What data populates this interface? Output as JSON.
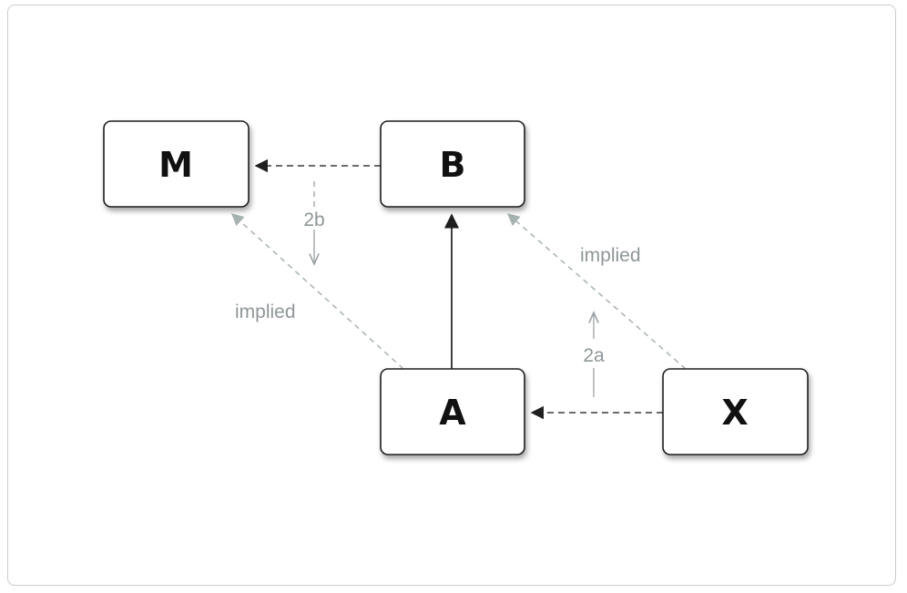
{
  "nodes": {
    "m": "M",
    "b": "B",
    "a": "A",
    "x": "X"
  },
  "labels": {
    "implied_left": "implied",
    "implied_right": "implied",
    "step_2b": "2b",
    "step_2a": "2a"
  }
}
